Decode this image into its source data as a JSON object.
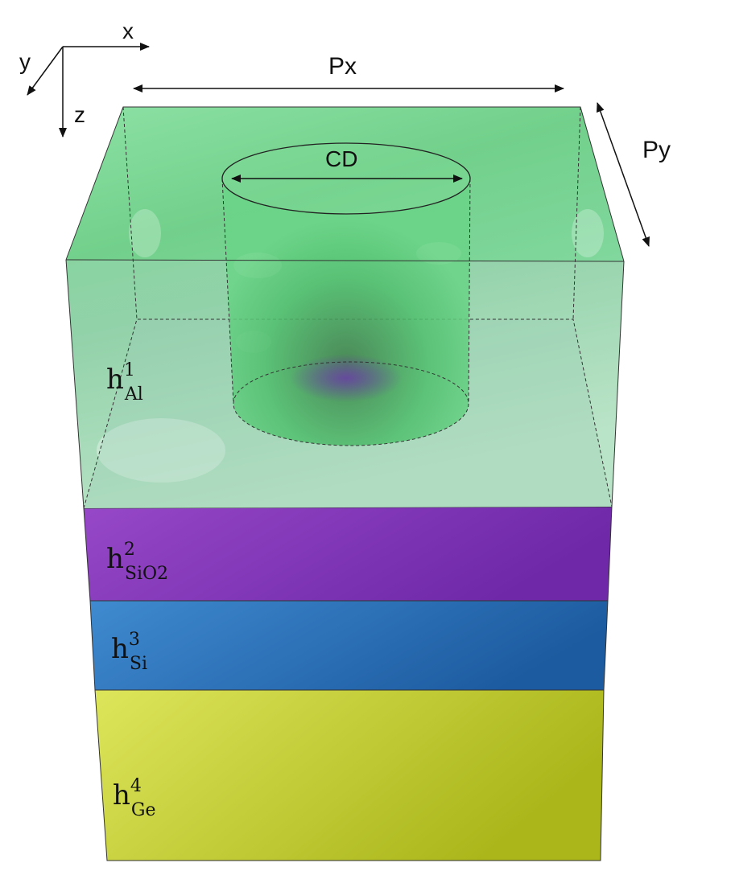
{
  "axes": {
    "x": "x",
    "y": "y",
    "z": "z"
  },
  "dimensions": {
    "px": "Px",
    "py": "Py",
    "cd": "CD"
  },
  "layers": [
    {
      "base": "h",
      "sup": "1",
      "sub": "Al",
      "material": "Al",
      "color": "#6ed48a"
    },
    {
      "base": "h",
      "sup": "2",
      "sub": "SiO2",
      "material": "SiO2",
      "color": "#8a3ec0"
    },
    {
      "base": "h",
      "sup": "3",
      "sub": "Si",
      "material": "Si",
      "color": "#2a6cb4"
    },
    {
      "base": "h",
      "sup": "4",
      "sub": "Ge",
      "material": "Ge",
      "color": "#c8d22e"
    }
  ]
}
